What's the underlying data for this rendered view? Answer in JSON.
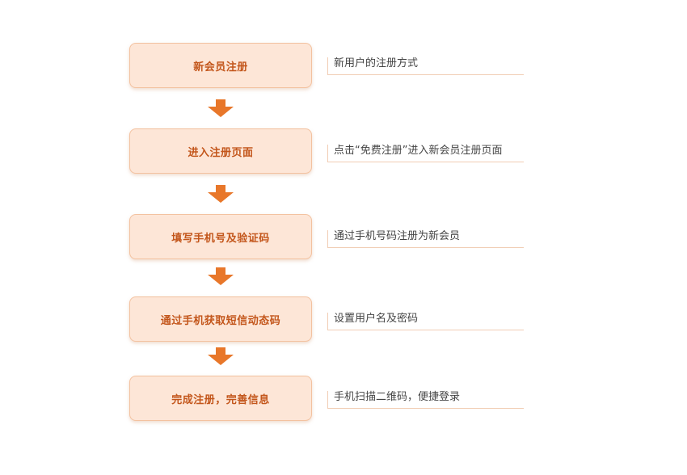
{
  "flowchart": {
    "steps": [
      {
        "label": "新会员注册",
        "note": "新用户的注册方式"
      },
      {
        "label": "进入注册页面",
        "note": "点击“免费注册”进入新会员注册页面"
      },
      {
        "label": "填写手机号及验证码",
        "note": "通过手机号码注册为新会员"
      },
      {
        "label": "通过手机获取短信动态码",
        "note": "设置用户名及密码"
      },
      {
        "label": "完成注册，完善信息",
        "note": "手机扫描二维码，便捷登录"
      }
    ]
  },
  "colors": {
    "box_fill": "#fde6d7",
    "box_border": "#f3c2a0",
    "box_text": "#c3561b",
    "arrow": "#e8772a",
    "note_line": "#f1cdb4",
    "note_text": "#444444"
  },
  "icons": {
    "connector": "down-arrow-icon"
  }
}
